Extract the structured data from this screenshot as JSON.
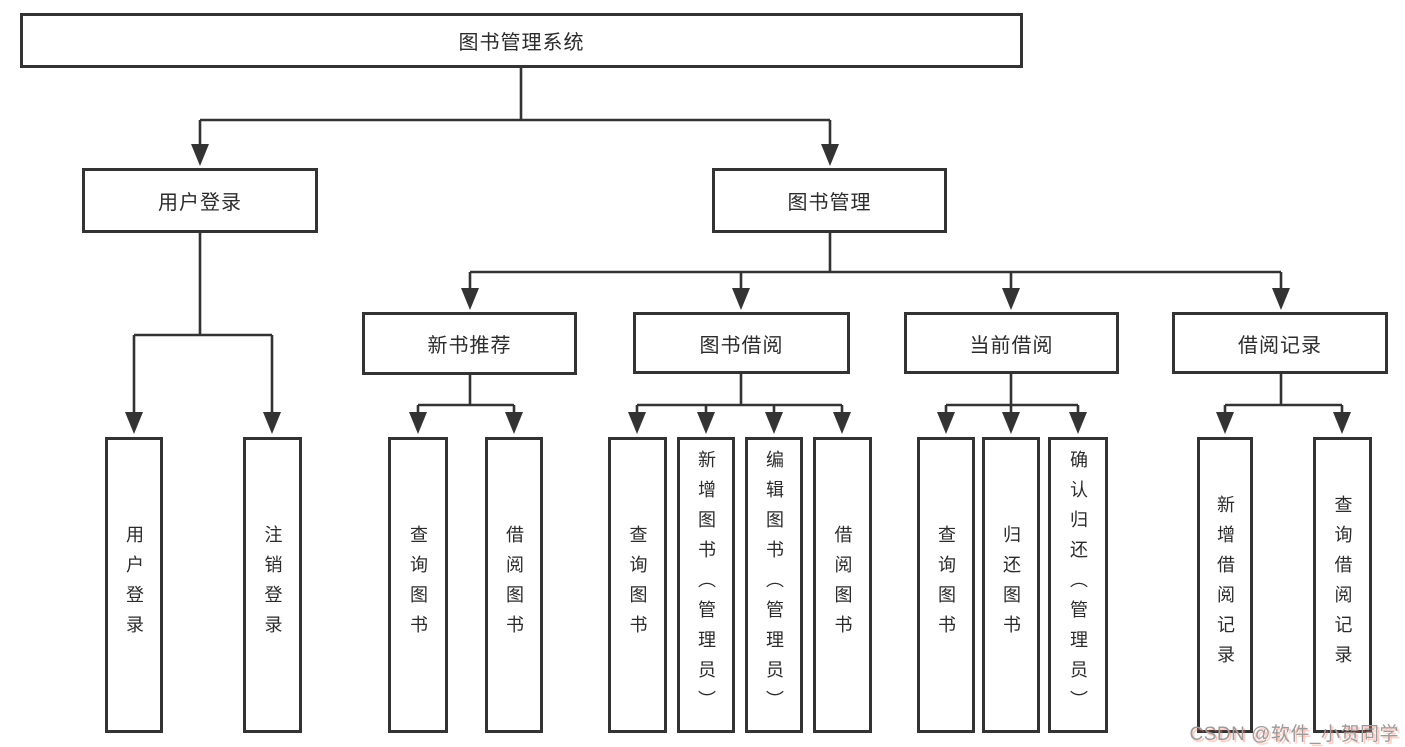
{
  "diagram": {
    "title": "图书管理系统",
    "watermark": "CSDN @软件_小贺同学",
    "colors": {
      "line": "#333333",
      "text": "#2b2b2b",
      "box_background": "#ffffff",
      "watermark_text": "#9b9b9b"
    },
    "root": {
      "label": "图书管理系统"
    },
    "level2": [
      {
        "label": "用户登录"
      },
      {
        "label": "图书管理"
      }
    ],
    "level3": [
      {
        "label": "新书推荐"
      },
      {
        "label": "图书借阅"
      },
      {
        "label": "当前借阅"
      },
      {
        "label": "借阅记录"
      }
    ],
    "leaves": {
      "user_login": [
        "用户登录",
        "注销登录"
      ],
      "new_book_recommend": [
        "查询图书",
        "借阅图书"
      ],
      "book_borrow": [
        "查询图书",
        "新增图书（管理员）",
        "编辑图书（管理员）",
        "借阅图书"
      ],
      "current_borrow": [
        "查询图书",
        "归还图书",
        "确认归还（管理员）"
      ],
      "borrow_record": [
        "新增借阅记录",
        "查询借阅记录"
      ]
    }
  }
}
